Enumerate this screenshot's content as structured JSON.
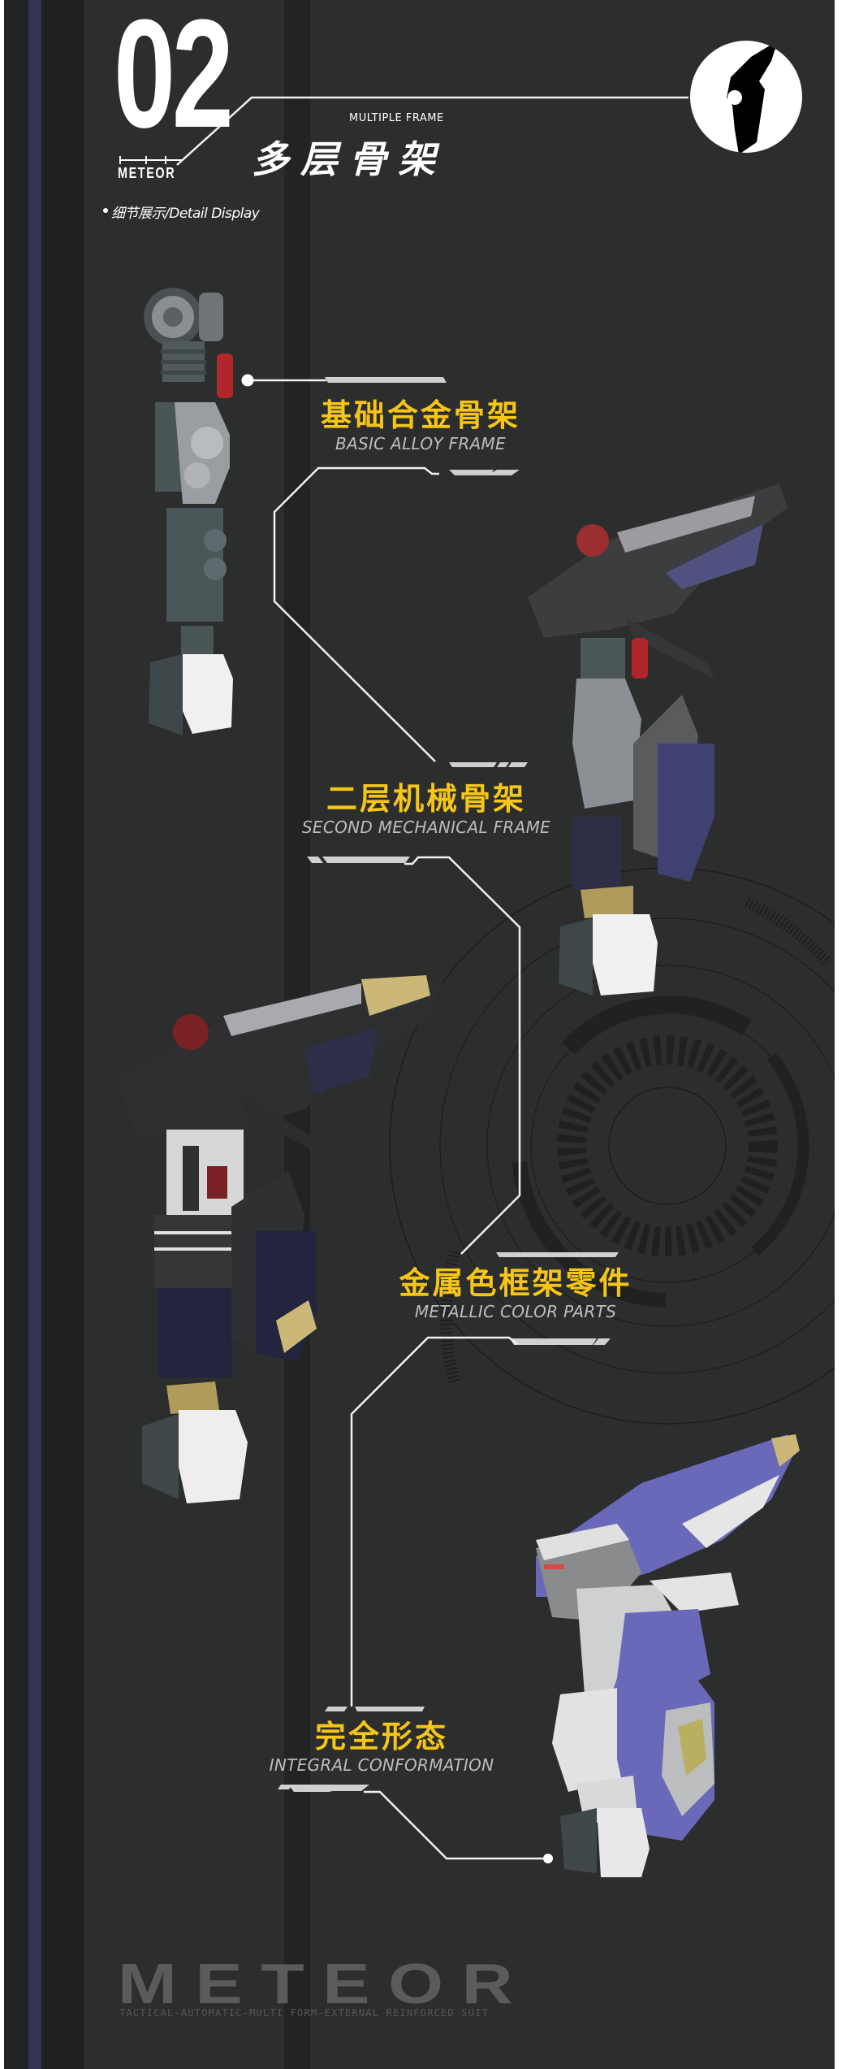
{
  "header": {
    "section_number": "02",
    "brand_small": "METEOR",
    "subtitle_en": "MULTIPLE FRAME",
    "title_cn": "多层骨架",
    "detail_label": "细节展示/Detail Display",
    "badge_icon": "robot-arm-silhouette-icon"
  },
  "captions": [
    {
      "cn": "基础合金骨架",
      "en": "BASIC ALLOY FRAME"
    },
    {
      "cn": "二层机械骨架",
      "en": "SECOND MECHANICAL FRAME"
    },
    {
      "cn": "金属色框架零件",
      "en": "METALLIC COLOR PARTS"
    },
    {
      "cn": "完全形态",
      "en": "INTEGRAL CONFORMATION"
    }
  ],
  "figures": [
    {
      "name": "alloy-frame-arm",
      "stage": 1
    },
    {
      "name": "mechanical-frame-arm",
      "stage": 2
    },
    {
      "name": "metallic-parts-arm",
      "stage": 3
    },
    {
      "name": "complete-arm",
      "stage": 4
    }
  ],
  "footer": {
    "logo": "METEOR",
    "tagline": "TACTICAL-AUTOMATIC-MULTI FORM-EXTERNAL REINFORCED SUIT"
  },
  "colors": {
    "background": "#2c2d2d",
    "accent_yellow": "#f5c518",
    "stripe_blue": "#333553",
    "armor_blue": "#6a68b8",
    "text_grey": "#bdbdbd"
  }
}
